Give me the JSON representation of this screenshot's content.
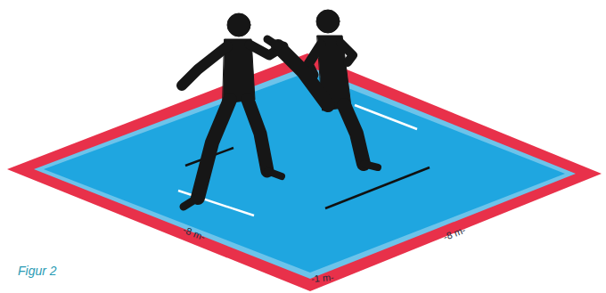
{
  "diagram": {
    "caption": "Figur 2",
    "labels": [
      "-8 m-",
      "-8 m-",
      "-1 m-"
    ]
  }
}
